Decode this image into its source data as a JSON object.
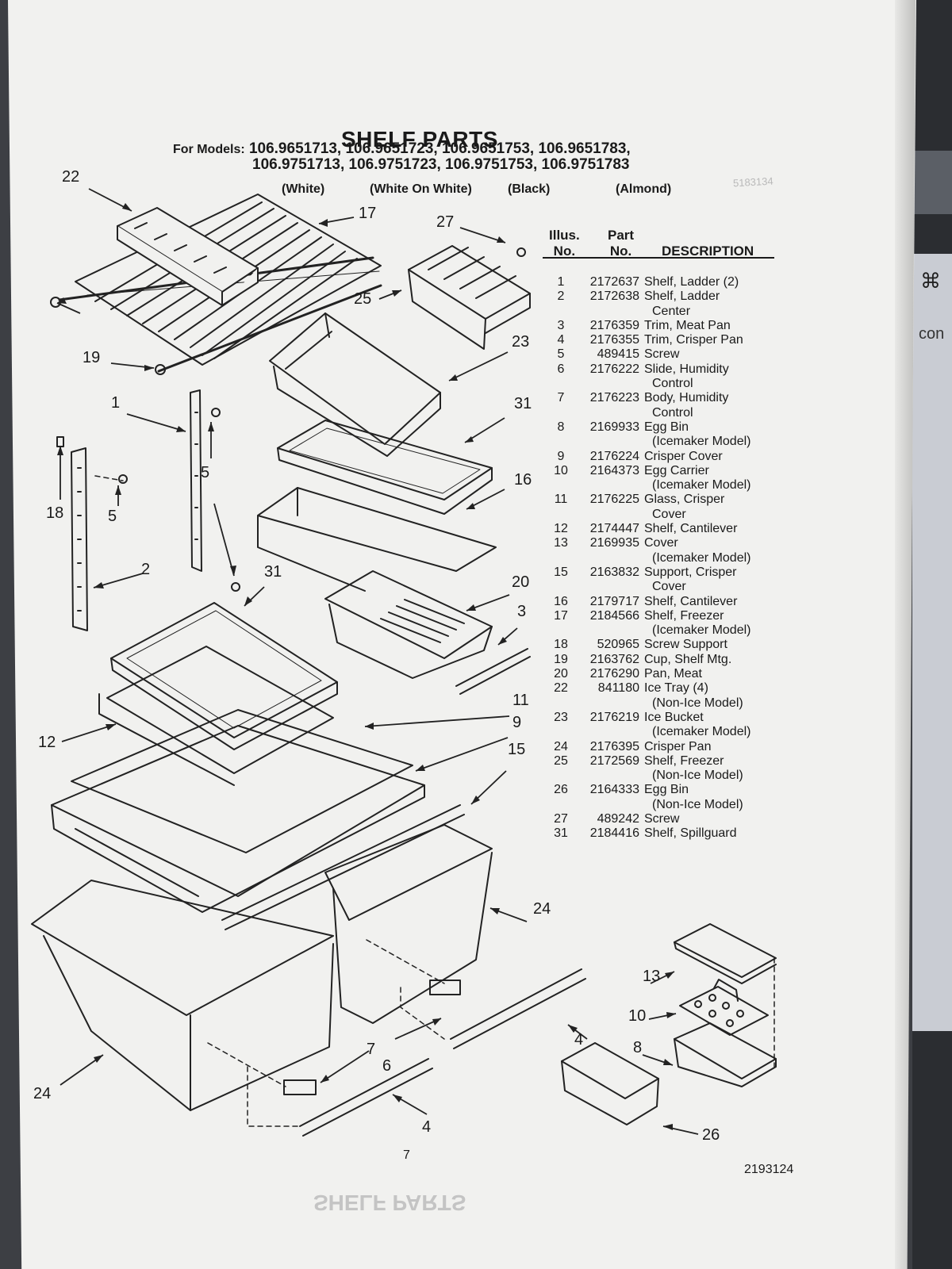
{
  "title": "SHELF PARTS",
  "models": {
    "label": "For Models:",
    "line1": "106.9651713, 106.9651723, 106.9651753, 106.9651783,",
    "line2": "106.9751713, 106.9751723, 106.9751753, 106.9751783",
    "colors": [
      "(White)",
      "(White On White)",
      "(Black)",
      "(Almond)"
    ]
  },
  "table": {
    "headers": {
      "illus_top": "Illus.",
      "illus_bottom": "No.",
      "part_top": "Part",
      "part_bottom": "No.",
      "description": "DESCRIPTION"
    },
    "rows": [
      {
        "illus": "1",
        "part": "2172637",
        "desc": "Shelf, Ladder (2)",
        "cont": ""
      },
      {
        "illus": "2",
        "part": "2172638",
        "desc": "Shelf, Ladder",
        "cont": "Center"
      },
      {
        "illus": "3",
        "part": "2176359",
        "desc": "Trim, Meat Pan",
        "cont": ""
      },
      {
        "illus": "4",
        "part": "2176355",
        "desc": "Trim, Crisper Pan",
        "cont": ""
      },
      {
        "illus": "5",
        "part": "489415",
        "desc": "Screw",
        "cont": ""
      },
      {
        "illus": "6",
        "part": "2176222",
        "desc": "Slide, Humidity",
        "cont": "Control"
      },
      {
        "illus": "7",
        "part": "2176223",
        "desc": "Body, Humidity",
        "cont": "Control"
      },
      {
        "illus": "8",
        "part": "2169933",
        "desc": "Egg Bin",
        "cont": "(Icemaker Model)"
      },
      {
        "illus": "9",
        "part": "2176224",
        "desc": "Crisper Cover",
        "cont": ""
      },
      {
        "illus": "10",
        "part": "2164373",
        "desc": "Egg Carrier",
        "cont": "(Icemaker Model)"
      },
      {
        "illus": "11",
        "part": "2176225",
        "desc": "Glass, Crisper",
        "cont": "Cover"
      },
      {
        "illus": "12",
        "part": "2174447",
        "desc": "Shelf, Cantilever",
        "cont": ""
      },
      {
        "illus": "13",
        "part": "2169935",
        "desc": "Cover",
        "cont": "(Icemaker Model)"
      },
      {
        "illus": "15",
        "part": "2163832",
        "desc": "Support, Crisper",
        "cont": "Cover"
      },
      {
        "illus": "16",
        "part": "2179717",
        "desc": "Shelf, Cantilever",
        "cont": ""
      },
      {
        "illus": "17",
        "part": "2184566",
        "desc": "Shelf, Freezer",
        "cont": "(Icemaker Model)"
      },
      {
        "illus": "18",
        "part": "520965",
        "desc": "Screw Support",
        "cont": ""
      },
      {
        "illus": "19",
        "part": "2163762",
        "desc": "Cup, Shelf Mtg.",
        "cont": ""
      },
      {
        "illus": "20",
        "part": "2176290",
        "desc": "Pan, Meat",
        "cont": ""
      },
      {
        "illus": "22",
        "part": "841180",
        "desc": "Ice Tray (4)",
        "cont": "(Non-Ice Model)"
      },
      {
        "illus": "23",
        "part": "2176219",
        "desc": "Ice Bucket",
        "cont": "(Icemaker Model)"
      },
      {
        "illus": "24",
        "part": "2176395",
        "desc": "Crisper Pan",
        "cont": ""
      },
      {
        "illus": "25",
        "part": "2172569",
        "desc": "Shelf, Freezer",
        "cont": "(Non-Ice Model)"
      },
      {
        "illus": "26",
        "part": "2164333",
        "desc": "Egg Bin",
        "cont": "(Non-Ice Model)"
      },
      {
        "illus": "27",
        "part": "489242",
        "desc": "Screw",
        "cont": ""
      },
      {
        "illus": "31",
        "part": "2184416",
        "desc": "Shelf, Spillguard",
        "cont": ""
      }
    ]
  },
  "callouts": [
    "22",
    "17",
    "27",
    "25",
    "19",
    "23",
    "1",
    "31",
    "5",
    "5",
    "18",
    "16",
    "2",
    "31",
    "20",
    "3",
    "11",
    "12",
    "9",
    "15",
    "24",
    "13",
    "10",
    "8",
    "4",
    "7",
    "6",
    "4",
    "24",
    "26"
  ],
  "page_number": "7",
  "doc_number": "2193124",
  "background_text": {
    "faint_number": "5183134",
    "bleed_title": "SHELF PARTS"
  },
  "ui_fragment": {
    "glyph": "⌘",
    "text": "con"
  },
  "colors": {
    "paper": "#f1f1ef",
    "ink": "#1a1a1a",
    "background": "#3d3f44"
  }
}
